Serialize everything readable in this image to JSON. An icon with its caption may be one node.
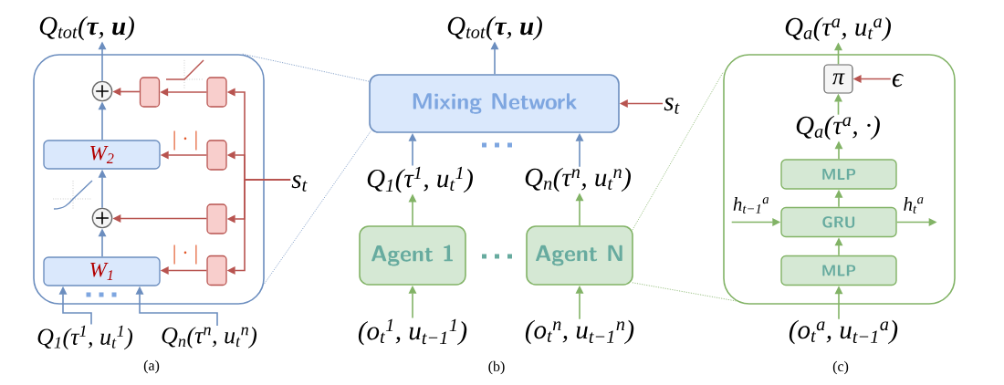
{
  "diagram": {
    "nodes": [
      {
        "text": [
          "Q$_{tot}$(**τ**, **u**)"
        ]
      },
      {
        "text": [],
        "shape": "box"
      },
      {
        "text": [
          "+"
        ],
        "in": 1
      },
      {
        "text": [],
        "shape": "box",
        "in": 1
      },
      {
        "text": [],
        "shape": "box",
        "in": 1
      },
      {
        "text": [
          "W$_{2}$"
        ],
        "in": 1
      },
      {
        "text": [],
        "shape": "box",
        "in": 1
      },
      {
        "text": [
          "+"
        ],
        "in": 1
      },
      {
        "text": [],
        "shape": "box",
        "in": 1
      },
      {
        "text": [
          "W$_{1}$"
        ],
        "in": 1
      },
      {
        "text": [],
        "shape": "box",
        "in": 1
      },
      {
        "text": [
          "s$_{t}$"
        ]
      },
      {
        "text": [
          "Q$_{1}$(τ$^{1}$, u$_{t}$$^{1}$)"
        ]
      },
      {
        "text": [
          "Q$_{n}$(τ$^{n}$, u$_{t}$$^{n}$)"
        ]
      },
      {
        "text": [
          "Q$_{tot}$(**τ**, **u**)"
        ]
      },
      {
        "text": [
          "Mixing Network"
        ]
      },
      {
        "text": [
          "s$_{t}$"
        ]
      },
      {
        "text": [
          "Q$_{1}$(τ$^{1}$, u$_{t}$$^{1}$)"
        ]
      },
      {
        "text": [
          "Q$_{n}$(τ$^{n}$, u$_{t}$$^{n}$)"
        ]
      },
      {
        "text": [
          "Agent 1"
        ]
      },
      {
        "text": [
          "Agent N"
        ]
      },
      {
        "text": [
          "(o$_{t}$$^{1}$, u$_{t−1}$$^{1}$)"
        ]
      },
      {
        "text": [
          "(o$_{t}$$^{n}$, u$_{t−1}$$^{n}$)"
        ]
      },
      {
        "text": [
          "Q$_{a}$(τ$^{a}$, u$_{t}$$^{a}$)"
        ]
      },
      {
        "text": [],
        "shape": "box"
      },
      {
        "text": [
          "π"
        ],
        "in": 24
      },
      {
        "text": [
          "ϵ"
        ],
        "in": 24
      },
      {
        "text": [
          "Q$_{a}$(τ$^{a}$, ·)"
        ],
        "in": 24
      },
      {
        "text": [
          "MLP"
        ],
        "in": 24
      },
      {
        "text": [
          "h$_{t−1}$$^{a}$"
        ],
        "in": 24
      },
      {
        "text": [
          "GRU"
        ],
        "in": 24
      },
      {
        "text": [
          "h$_{t}$$^{a}$"
        ],
        "in": 24
      },
      {
        "text": [
          "MLP"
        ],
        "in": 24
      },
      {
        "text": [
          "(o$_{t}$$^{a}$, u$_{t−1}$$^{a}$)"
        ]
      }
    ],
    "edges": [
      {
        "from": 2,
        "to": 0,
        "arrow": "to",
        "color": "#6c8ebf"
      },
      {
        "from": 5,
        "to": 2,
        "arrow": "to",
        "color": "#6c8ebf"
      },
      {
        "from": 7,
        "to": 5,
        "arrow": "to",
        "color": "#6c8ebf"
      },
      {
        "from": 9,
        "to": 7,
        "arrow": "to",
        "color": "#6c8ebf"
      },
      {
        "from": 12,
        "to": 9,
        "arrow": "to",
        "color": "#6c8ebf"
      },
      {
        "from": 13,
        "to": 9,
        "arrow": "to",
        "color": "#6c8ebf"
      },
      {
        "from": 4,
        "to": 3,
        "arrow": "to",
        "color": "#b85450"
      },
      {
        "from": 3,
        "to": 2,
        "arrow": "to",
        "color": "#b85450"
      },
      {
        "from": 6,
        "to": 5,
        "arrow": "to",
        "color": "#b85450"
      },
      {
        "from": 8,
        "to": 7,
        "arrow": "to",
        "color": "#b85450"
      },
      {
        "from": 10,
        "to": 9,
        "arrow": "to",
        "color": "#b85450"
      },
      {
        "from": 11,
        "to": 4,
        "arrow": "to",
        "color": "#b85450"
      },
      {
        "from": 11,
        "to": 6,
        "arrow": "to",
        "color": "#b85450"
      },
      {
        "from": 11,
        "to": 8,
        "arrow": "to",
        "color": "#b85450"
      },
      {
        "from": 11,
        "to": 10,
        "arrow": "to",
        "color": "#b85450"
      },
      {
        "from": 1,
        "to": 15,
        "arrow": "none",
        "style": "dashed",
        "color": "#6c8ebf"
      },
      {
        "from": 1,
        "to": 15,
        "arrow": "none",
        "style": "dashed",
        "color": "#6c8ebf"
      },
      {
        "from": 15,
        "to": 14,
        "arrow": "to",
        "color": "#6c8ebf"
      },
      {
        "from": 16,
        "to": 15,
        "arrow": "to",
        "color": "#b85450"
      },
      {
        "from": 17,
        "to": 15,
        "arrow": "to",
        "color": "#6c8ebf"
      },
      {
        "from": 18,
        "to": 15,
        "arrow": "to",
        "color": "#6c8ebf"
      },
      {
        "from": 19,
        "to": 17,
        "arrow": "to"
      },
      {
        "from": 20,
        "to": 18,
        "arrow": "to"
      },
      {
        "from": 21,
        "to": 19,
        "arrow": "to"
      },
      {
        "from": 22,
        "to": 20,
        "arrow": "to"
      },
      {
        "from": 20,
        "to": 24,
        "arrow": "none",
        "style": "dashed"
      },
      {
        "from": 20,
        "to": 24,
        "arrow": "none",
        "style": "dashed"
      },
      {
        "from": 25,
        "to": 23,
        "arrow": "to"
      },
      {
        "from": 26,
        "to": 25,
        "arrow": "to",
        "color": "#b85450"
      },
      {
        "from": 27,
        "to": 25,
        "arrow": "to"
      },
      {
        "from": 28,
        "to": 27,
        "arrow": "to"
      },
      {
        "from": 30,
        "to": 28,
        "arrow": "to"
      },
      {
        "from": 32,
        "to": 30,
        "arrow": "to"
      },
      {
        "from": 33,
        "to": 32,
        "arrow": "to"
      },
      {
        "from": 29,
        "to": 30,
        "arrow": "to"
      },
      {
        "from": 30,
        "to": 31,
        "arrow": "to"
      }
    ],
    "labels": [
      "| · |",
      "| · |",
      "(a)",
      "(b)",
      "(c)"
    ]
  }
}
